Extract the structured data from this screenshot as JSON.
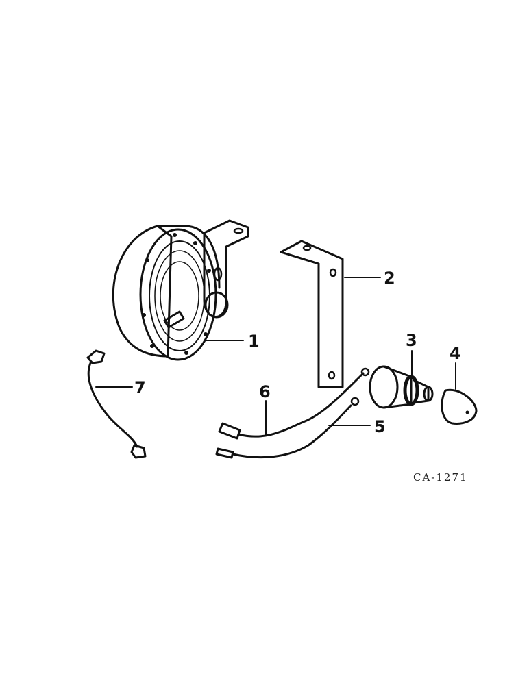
{
  "callouts": {
    "c1": "1",
    "c2": "2",
    "c3": "3",
    "c4": "4",
    "c5": "5",
    "c6": "6",
    "c7": "7"
  },
  "figure_code": "CA-1271",
  "colors": {
    "ink": "#111111",
    "background": "#ffffff"
  }
}
